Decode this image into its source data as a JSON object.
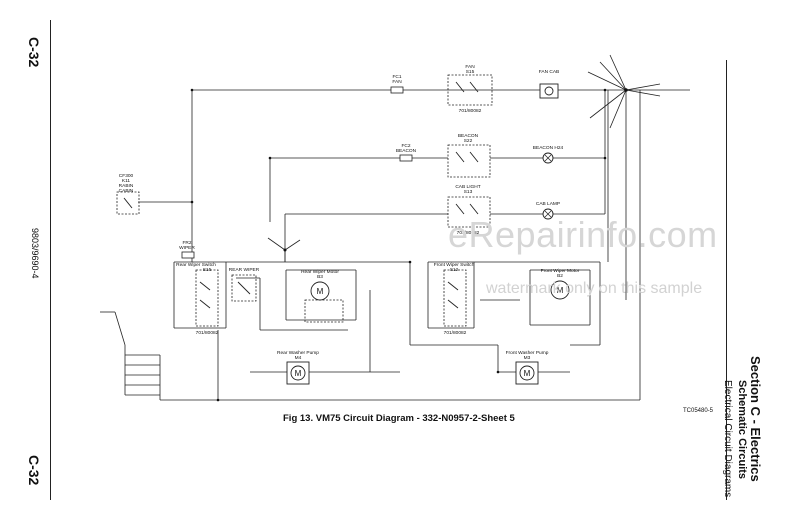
{
  "page": {
    "page_number_top": "C-32",
    "page_number_bottom": "C-32",
    "doc_number": "9803/9690-4"
  },
  "section": {
    "title": "Section C - Electrics",
    "subtitle": "Schematic Circuits",
    "subtitle2": "Electrical Circuit Diagrams"
  },
  "figure": {
    "caption": "Fig 13. VM75 Circuit Diagram - 332-N0957-2-Sheet 5",
    "ref": "TC05480-5"
  },
  "components": {
    "fan": {
      "label": "FAN",
      "id": "S15"
    },
    "fan_cab": {
      "label": "FAN CAB"
    },
    "fuse1": {
      "label": "FC1",
      "sub": "FAN"
    },
    "beacon_sw": {
      "label": "BEACON",
      "id": "S22"
    },
    "fuse2": {
      "label": "FC2",
      "sub": "BEACON"
    },
    "beacon_lamp": {
      "label": "BEACON H24"
    },
    "cab_light": {
      "label": "CAB LIGHT",
      "id": "S13"
    },
    "cab_lamp": {
      "label": "CAB LAMP"
    },
    "cab_conn": {
      "label": "CF300",
      "id": "K11",
      "sub1": "RABIN",
      "sub2": "CABIN"
    },
    "rear_wiper_switch": {
      "label": "Rear Wiper Switch",
      "id": "S15"
    },
    "rear_wiper_fuse": {
      "label": "FR2",
      "sub": "WIPER"
    },
    "rear_relay": {
      "label": "REAR WIPER"
    },
    "rear_wiper_motor": {
      "label": "Rear Wiper Motor",
      "id": "B3"
    },
    "front_wiper_switch": {
      "label": "Front Wiper Switch",
      "id": "S12"
    },
    "front_wiper_motor": {
      "label": "Front Wiper Motor",
      "id": "B2"
    },
    "rear_washer_pump": {
      "label": "Rear Washer Pump",
      "id": "M4"
    },
    "front_washer_pump": {
      "label": "Front Washer Pump",
      "id": "M3"
    },
    "part_no": "701/80082"
  },
  "watermark": {
    "brand": "eRepairinfo.com",
    "note": "watermark only on this sample"
  }
}
